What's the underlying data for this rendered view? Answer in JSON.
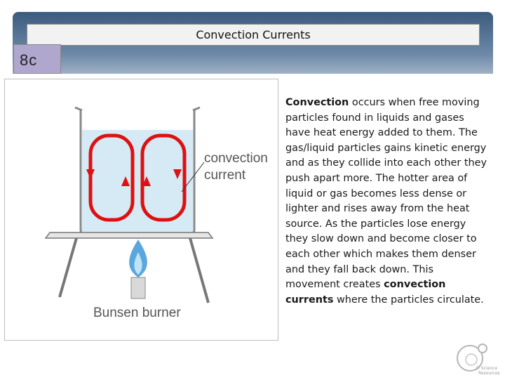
{
  "slide": {
    "title": "Convection Currents",
    "badge": "8c"
  },
  "figure": {
    "label_convection_line1": "convection",
    "label_convection_line2": "current",
    "label_burner": "Bunsen burner"
  },
  "body": {
    "term_convection": "Convection",
    "text_1": " occurs when free moving particles found in liquids and gases have heat energy added to them. The gas/liquid particles gains kinetic energy and as they collide into each other they push apart more. The hotter area of liquid or gas becomes less dense or lighter and rises away from the heat source. As the particles lose energy they slow down and become closer to each other which makes them denser and they fall back down. This movement creates ",
    "term_currents": "convection currents",
    "text_2": " where the particles circulate."
  },
  "logo": {
    "line1": "Ⓒ Science",
    "line2": "Resources"
  },
  "colors": {
    "header": "#3b5b7e",
    "badge": "#b0a7cf",
    "arrow": "#dd1111",
    "water": "#d6eaf6"
  }
}
